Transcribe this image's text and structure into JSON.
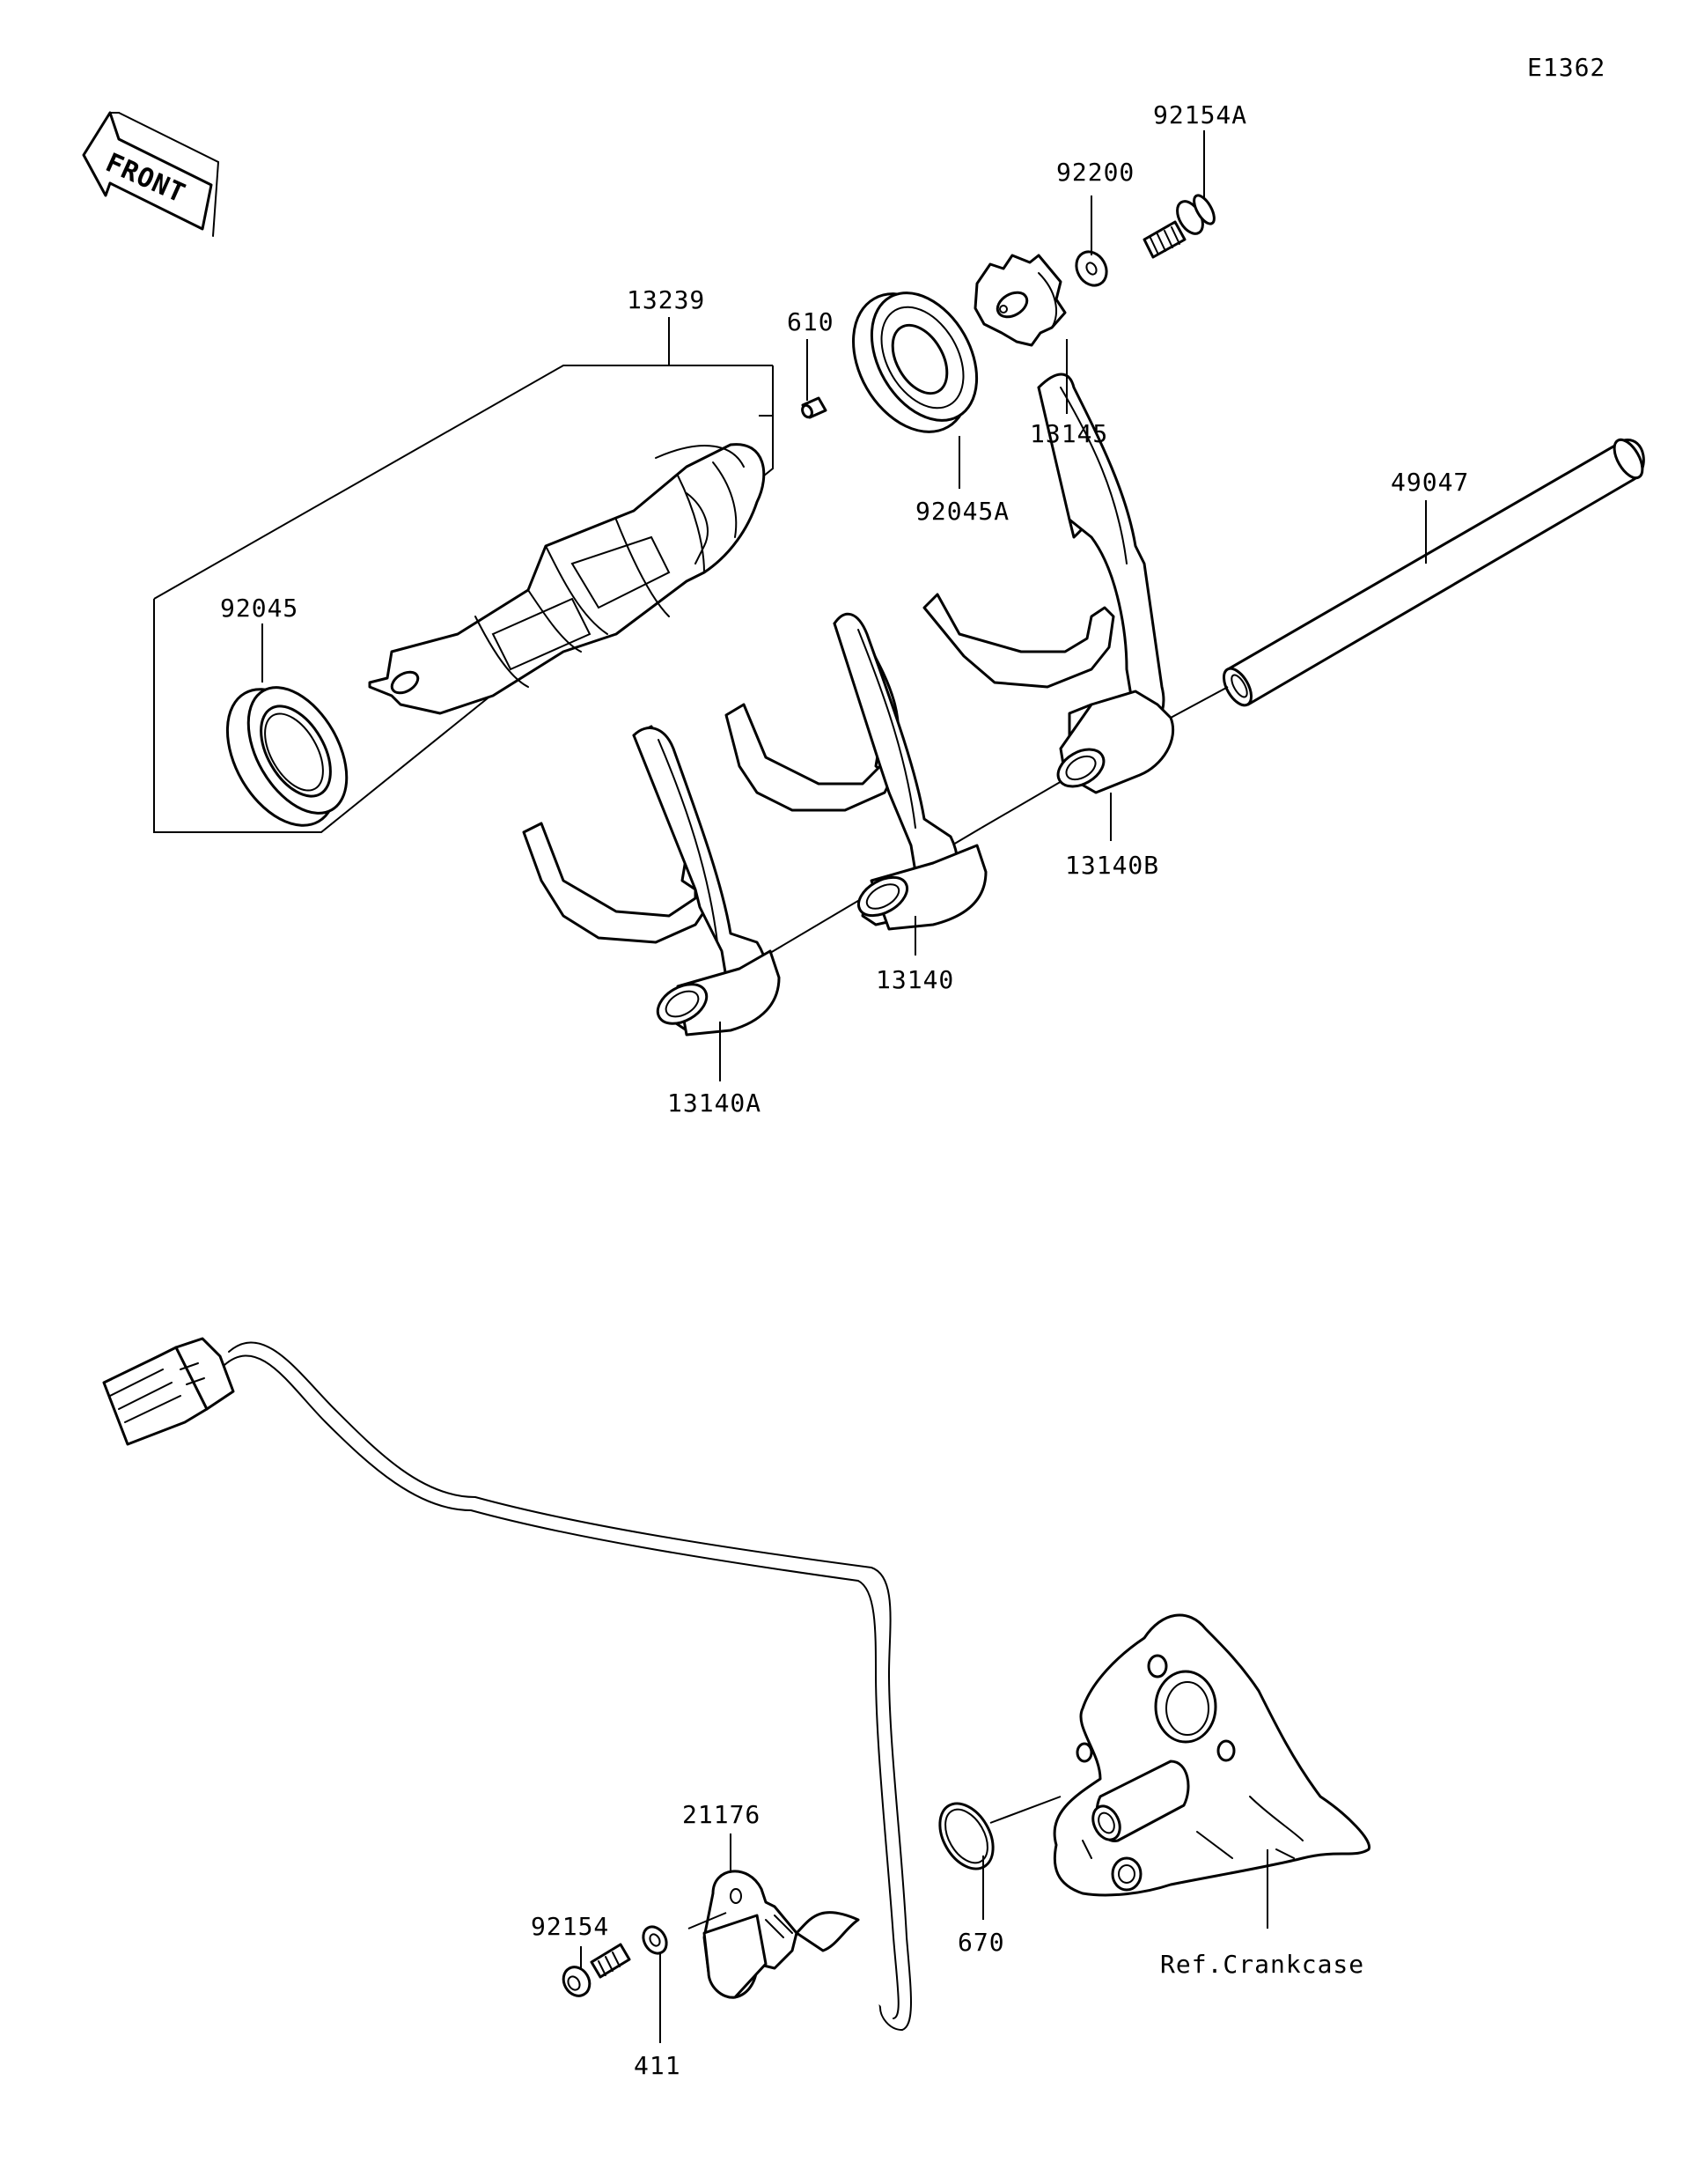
{
  "diagram_code": "E1362",
  "front_label": "FRONT",
  "parts": {
    "p92154A": "92154A",
    "p92200": "92200",
    "p13239": "13239",
    "p610": "610",
    "p13145": "13145",
    "p49047": "49047",
    "p92045A": "92045A",
    "p92045": "92045",
    "p13140B": "13140B",
    "p13140": "13140",
    "p13140A": "13140A",
    "p21176": "21176",
    "p92154": "92154",
    "p670": "670",
    "p411": "411",
    "ref_crankcase": "Ref.Crankcase"
  }
}
